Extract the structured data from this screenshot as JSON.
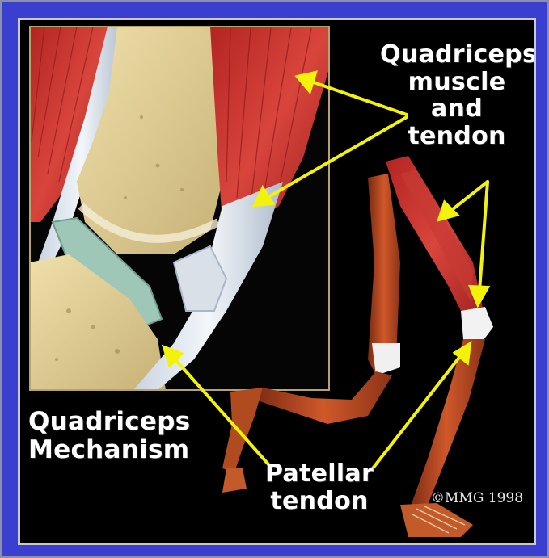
{
  "labels": {
    "quad_muscle_line1": "Quadriceps",
    "quad_muscle_line2": "muscle",
    "quad_muscle_line3": "and",
    "quad_muscle_line4": "tendon",
    "mechanism_line1": "Quadriceps",
    "mechanism_line2": "Mechanism",
    "patellar_line1": "Patellar",
    "patellar_line2": "tendon",
    "copyright": "©MMG 1998"
  },
  "colors": {
    "frame_border": "#3a3fd0",
    "background": "#000000",
    "arrow": "#f2f20a",
    "muscle": "#c8302c",
    "bone": "#e2cf95",
    "tendon": "#dfe6ef",
    "leg": "#b9461e",
    "inset_border": "#b7a46a"
  }
}
